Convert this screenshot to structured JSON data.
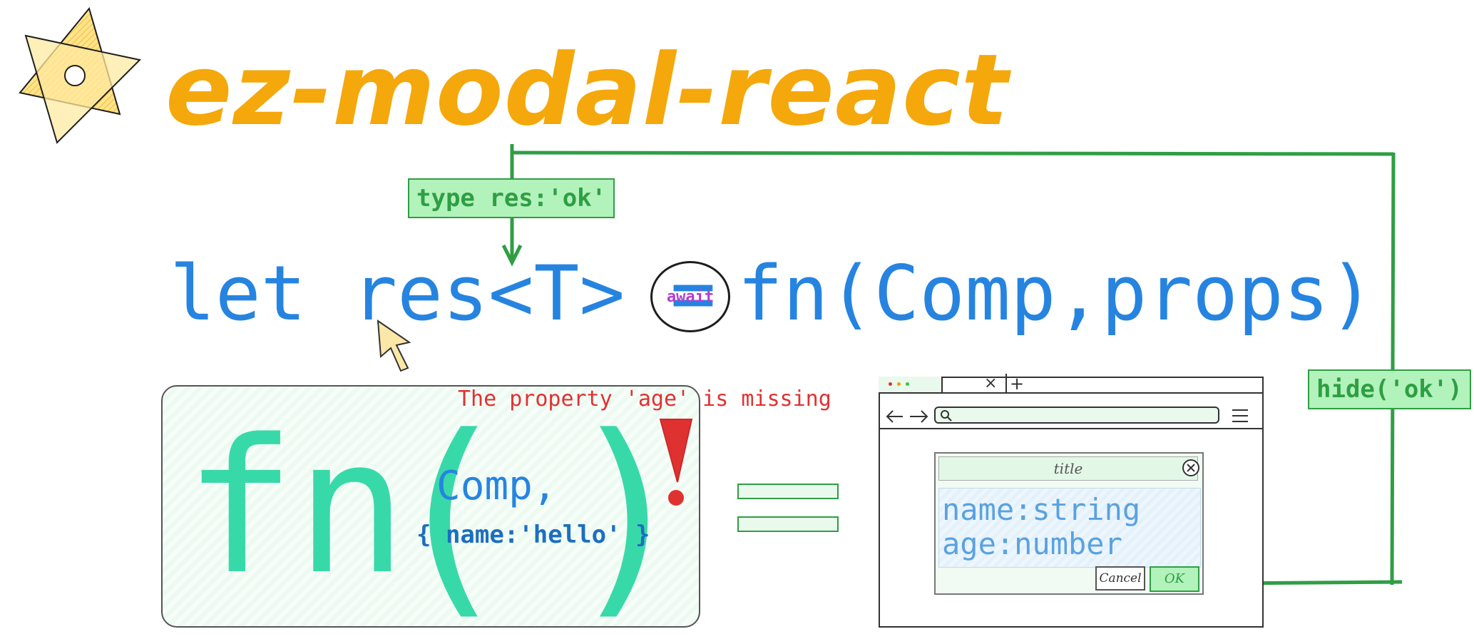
{
  "title": "ez-modal-react",
  "code_line": {
    "left": "let res<T> =",
    "await": "await",
    "right": "fn(Comp,props)"
  },
  "type_label": "type res:'ok'",
  "hide_label": "hide('ok')",
  "fn_box": {
    "fn": "fn",
    "open_paren": "(",
    "close_paren": ")",
    "comp": "Comp,",
    "props": "{ name:'hello' }",
    "error": "The property 'age' is missing",
    "exclaim": "!"
  },
  "browser": {
    "close_glyph": "×",
    "new_tab_glyph": "+",
    "dialog_title": "title",
    "body_lines": [
      "name:string",
      "age:number"
    ],
    "cancel_label": "Cancel",
    "ok_label": "OK"
  },
  "colors": {
    "title": "#f5a80b",
    "code": "#2684e0",
    "fn": "#38d9a9",
    "green": "#2f9e44",
    "error": "#e03131",
    "await": "#b33fd1"
  }
}
